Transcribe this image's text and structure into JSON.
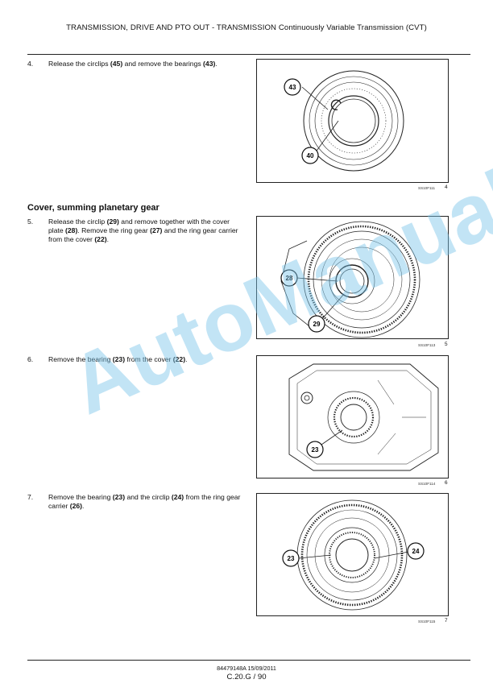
{
  "header": {
    "main": "TRANSMISSION, DRIVE AND PTO OUT - TRANSMISSION",
    "sub": "Continuously Variable Transmission (CVT)"
  },
  "section": {
    "title": "Cover, summing planetary gear"
  },
  "steps": [
    {
      "num": "4.",
      "parts": [
        "Release the circlips ",
        "(45)",
        " and remove the bearings ",
        "(43)",
        "."
      ]
    },
    {
      "num": "5.",
      "parts": [
        "Release the circlip ",
        "(29)",
        " and remove together with the cover plate ",
        "(28)",
        ". Remove the ring gear ",
        "(27)",
        " and the ring gear carrier from the cover ",
        "(22)",
        "."
      ]
    },
    {
      "num": "6.",
      "parts": [
        "Remove the bearing ",
        "(23)",
        " from the cover ",
        "(22)",
        "."
      ]
    },
    {
      "num": "7.",
      "parts": [
        "Remove the bearing ",
        "(23)",
        " and the circlip ",
        "(24)",
        " from the ring gear carrier ",
        "(26)",
        "."
      ]
    }
  ],
  "figures": [
    {
      "code": "SS10F111",
      "num": "4",
      "callouts": [
        "43",
        "40"
      ]
    },
    {
      "code": "SS10F113",
      "num": "5",
      "callouts": [
        "28",
        "29"
      ]
    },
    {
      "code": "SS10F114",
      "num": "6",
      "callouts": [
        "23"
      ]
    },
    {
      "code": "SS10F115",
      "num": "7",
      "callouts": [
        "23",
        "24"
      ]
    }
  ],
  "footer": {
    "doc_code": "84479148A 15/09/2011",
    "page": "C.20.G / 90"
  },
  "watermark": "AutoManual",
  "colors": {
    "watermark": "#78c4e8",
    "ink": "#111111"
  }
}
